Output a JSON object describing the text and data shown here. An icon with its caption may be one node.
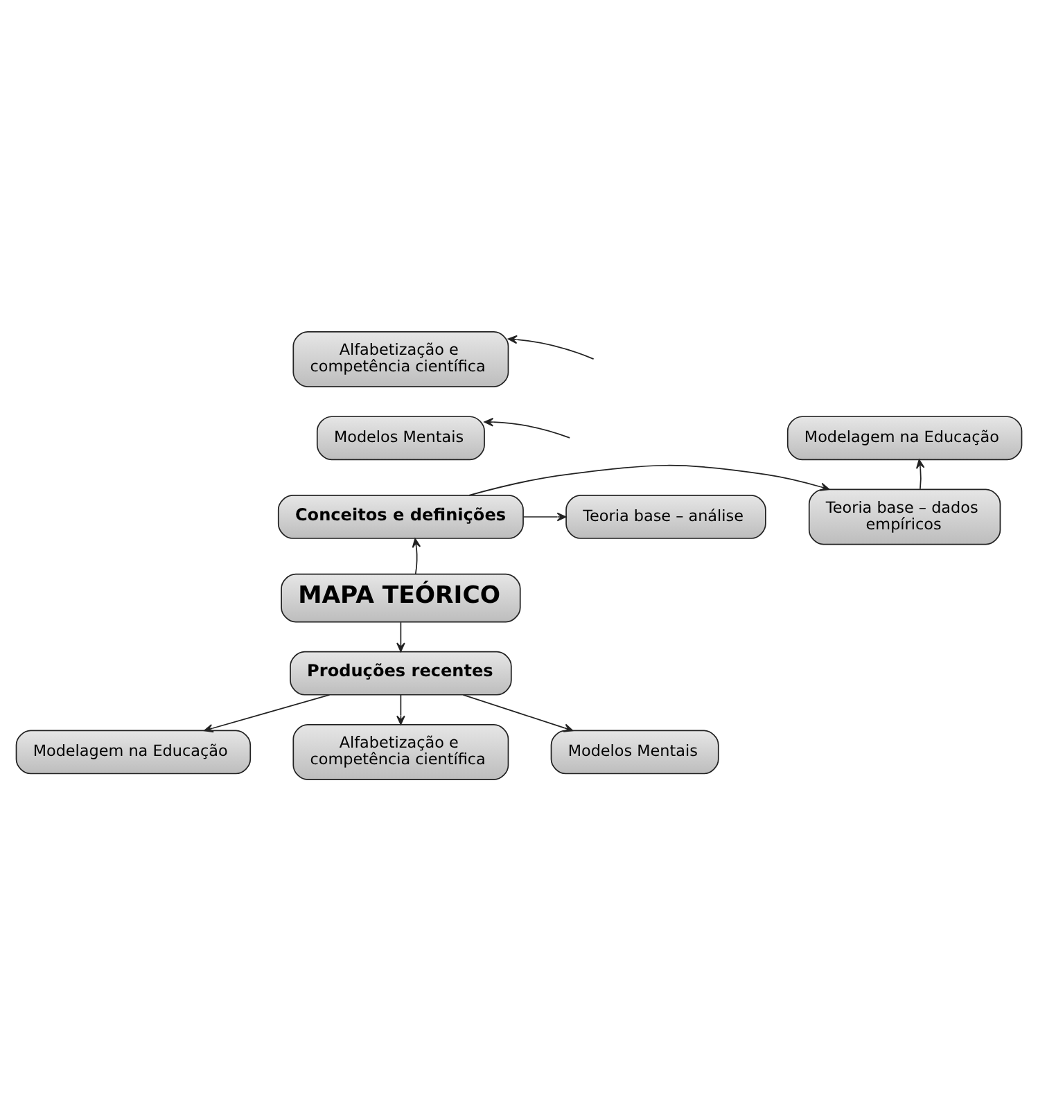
{
  "diagram": {
    "nodes": [
      {
        "text": [
          "Alfabetização e competência científica"
        ]
      },
      {
        "text": [
          "Modelagem na Educação"
        ]
      },
      {
        "text": [
          "Modelos Mentais"
        ]
      },
      {
        "text": [
          "Teoria base – dados empíricos"
        ]
      },
      {
        "text": [
          "Conceitos e definições"
        ]
      },
      {
        "text": [
          "Teoria base – análise"
        ]
      },
      {
        "text": [
          "MAPA TEÓRICO"
        ]
      },
      {
        "text": [
          "Produções recentes"
        ]
      },
      {
        "text": [
          "Modelagem na Educação"
        ]
      },
      {
        "text": [
          "Alfabetização e competência científica"
        ]
      },
      {
        "text": [
          "Modelos Mentais"
        ]
      }
    ],
    "edges": [
      {
        "from": null,
        "to": 0,
        "arrow": "to"
      },
      {
        "from": null,
        "to": 2,
        "arrow": "to"
      },
      {
        "from": 3,
        "to": 1,
        "arrow": "to"
      },
      {
        "from": 4,
        "to": 3,
        "arrow": "to"
      },
      {
        "from": 4,
        "to": 5,
        "arrow": "to"
      },
      {
        "from": 6,
        "to": 4,
        "arrow": "to"
      },
      {
        "from": 6,
        "to": 7,
        "arrow": "to"
      },
      {
        "from": 7,
        "to": 8,
        "arrow": "to"
      },
      {
        "from": 7,
        "to": 9,
        "arrow": "to"
      },
      {
        "from": 7,
        "to": 10,
        "arrow": "to"
      }
    ]
  }
}
